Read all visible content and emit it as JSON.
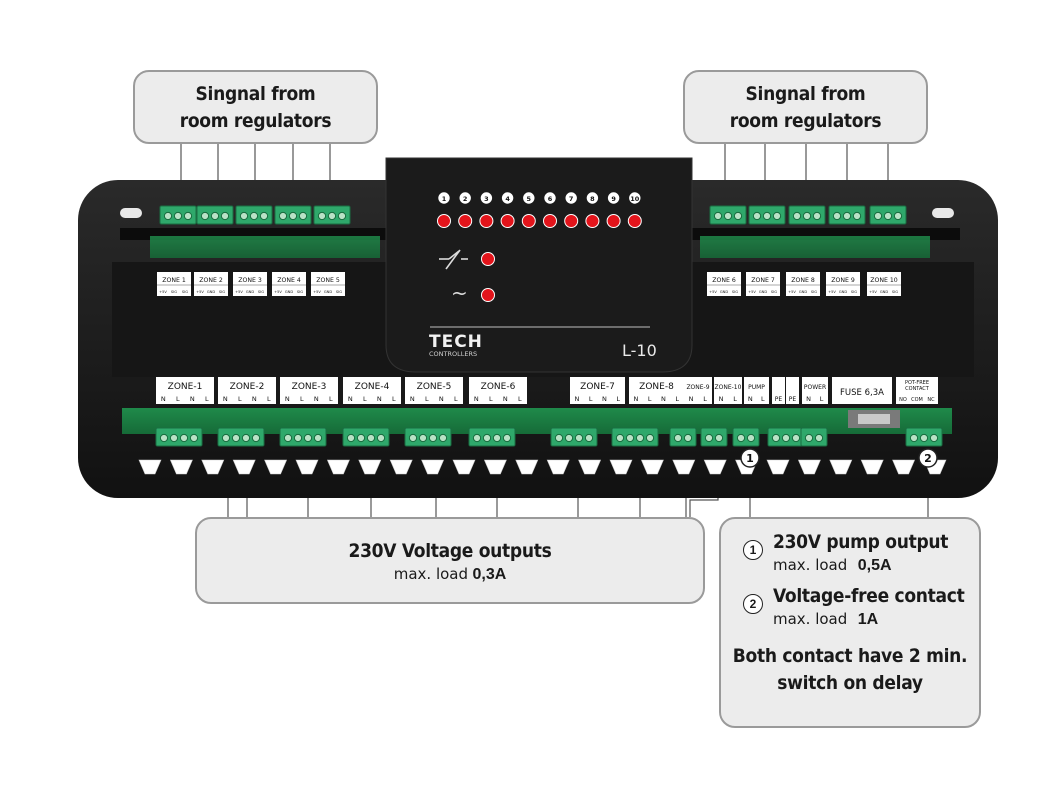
{
  "callouts": {
    "signal_left": {
      "line1": "Singnal from",
      "line2": "room regulators"
    },
    "signal_right": {
      "line1": "Singnal from",
      "line2": "room regulators"
    },
    "voltage_outputs": {
      "title": "230V Voltage outputs",
      "load_label": "max. load",
      "load_value": "0,3A"
    },
    "pump_output": {
      "number": "1",
      "title": "230V pump output",
      "load_label": "max. load",
      "load_value": "0,5A"
    },
    "voltage_free": {
      "number": "2",
      "title": "Voltage-free contact",
      "load_label": "max. load",
      "load_value": "1A"
    },
    "note": {
      "line1": "Both contact have 2 min.",
      "line2": "switch on delay"
    }
  },
  "device": {
    "brand": "TECH",
    "brand_sub": "CONTROLLERS",
    "model": "L-10",
    "leds": [
      "1",
      "2",
      "3",
      "4",
      "5",
      "6",
      "7",
      "8",
      "9",
      "10"
    ],
    "led_color": "#e3141b",
    "upper_zones": [
      {
        "label": "ZONE 1",
        "pins": [
          "+5V",
          "SIG",
          "SIG"
        ]
      },
      {
        "label": "ZONE 2",
        "pins": [
          "+5V",
          "GND",
          "SIG"
        ]
      },
      {
        "label": "ZONE 3",
        "pins": [
          "+5V",
          "GND",
          "SIG"
        ]
      },
      {
        "label": "ZONE 4",
        "pins": [
          "+5V",
          "GND",
          "SIG"
        ]
      },
      {
        "label": "ZONE 5",
        "pins": [
          "+5V",
          "GND",
          "SIG"
        ]
      },
      {
        "label": "ZONE 6",
        "pins": [
          "+5V",
          "GND",
          "SIG"
        ]
      },
      {
        "label": "ZONE 7",
        "pins": [
          "+5V",
          "GND",
          "SIG"
        ]
      },
      {
        "label": "ZONE 8",
        "pins": [
          "+5V",
          "GND",
          "SIG"
        ]
      },
      {
        "label": "ZONE 9",
        "pins": [
          "+5V",
          "GND",
          "SIG"
        ]
      },
      {
        "label": "ZONE 10",
        "pins": [
          "+5V",
          "GND",
          "SIG"
        ]
      }
    ],
    "lower_zones_left": [
      {
        "label": "ZONE-1",
        "pins": [
          "N",
          "L",
          "N",
          "L"
        ]
      },
      {
        "label": "ZONE-2",
        "pins": [
          "N",
          "L",
          "N",
          "L"
        ]
      },
      {
        "label": "ZONE-3",
        "pins": [
          "N",
          "L",
          "N",
          "L"
        ]
      },
      {
        "label": "ZONE-4",
        "pins": [
          "N",
          "L",
          "N",
          "L"
        ]
      },
      {
        "label": "ZONE-5",
        "pins": [
          "N",
          "L",
          "N",
          "L"
        ]
      },
      {
        "label": "ZONE-6",
        "pins": [
          "N",
          "L",
          "N",
          "L"
        ]
      }
    ],
    "lower_zones_right": [
      {
        "label": "ZONE-7",
        "pins": [
          "N",
          "L",
          "N",
          "L"
        ]
      },
      {
        "label": "ZONE-8",
        "pins": [
          "N",
          "L",
          "N",
          "L"
        ]
      }
    ],
    "small_blocks": [
      {
        "label": "ZONE-9",
        "pins": [
          "N",
          "L"
        ]
      },
      {
        "label": "ZONE-10",
        "pins": [
          "N",
          "L"
        ]
      },
      {
        "label": "PUMP",
        "pins": [
          "N",
          "L"
        ]
      },
      {
        "label": "",
        "pins": [
          "PE"
        ]
      },
      {
        "label": "",
        "pins": [
          "PE"
        ]
      },
      {
        "label": "POWER",
        "pins": [
          "N",
          "L"
        ]
      }
    ],
    "fuse_label": "FUSE 6,3A",
    "potfree": {
      "line1": "POT-FREE",
      "line2": "CONTACT",
      "pins": [
        "NO",
        "COM",
        "NC"
      ]
    },
    "markers": [
      "1",
      "2"
    ]
  }
}
